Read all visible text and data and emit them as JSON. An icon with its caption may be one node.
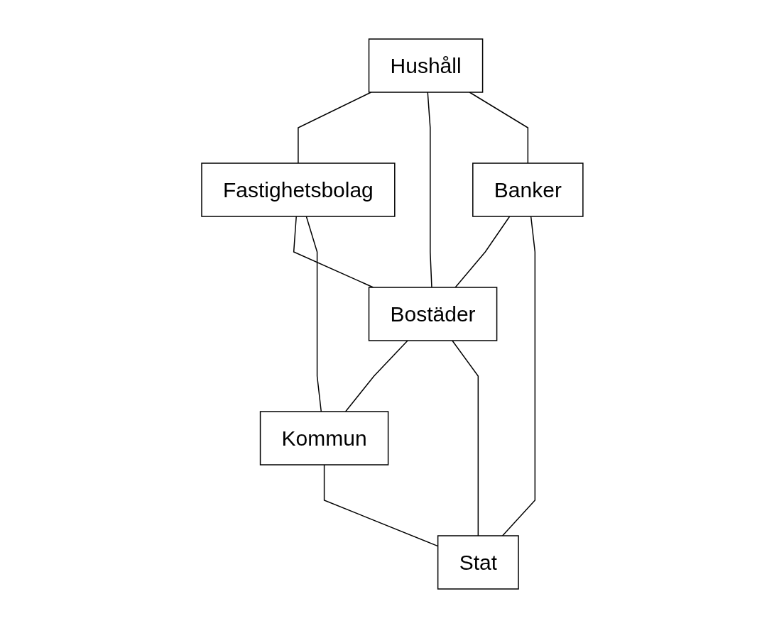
{
  "diagram": {
    "nodes": [
      {
        "text": [
          "Hushåll"
        ]
      },
      {
        "text": [
          "Fastighetsbolag"
        ]
      },
      {
        "text": [
          "Banker"
        ]
      },
      {
        "text": [
          "Bostäder"
        ]
      },
      {
        "text": [
          "Kommun"
        ]
      },
      {
        "text": [
          "Stat"
        ]
      }
    ],
    "edges": [
      {
        "from": 0,
        "to": 1,
        "arrow": "none"
      },
      {
        "from": 0,
        "to": 3,
        "arrow": "none"
      },
      {
        "from": 0,
        "to": 2,
        "arrow": "none"
      },
      {
        "from": 1,
        "to": 3,
        "arrow": "none"
      },
      {
        "from": 2,
        "to": 3,
        "arrow": "none"
      },
      {
        "from": 1,
        "to": 4,
        "arrow": "none"
      },
      {
        "from": 2,
        "to": 5,
        "arrow": "none"
      },
      {
        "from": 3,
        "to": 4,
        "arrow": "none"
      },
      {
        "from": 3,
        "to": 5,
        "arrow": "none"
      },
      {
        "from": 4,
        "to": 5,
        "arrow": "none"
      }
    ]
  }
}
